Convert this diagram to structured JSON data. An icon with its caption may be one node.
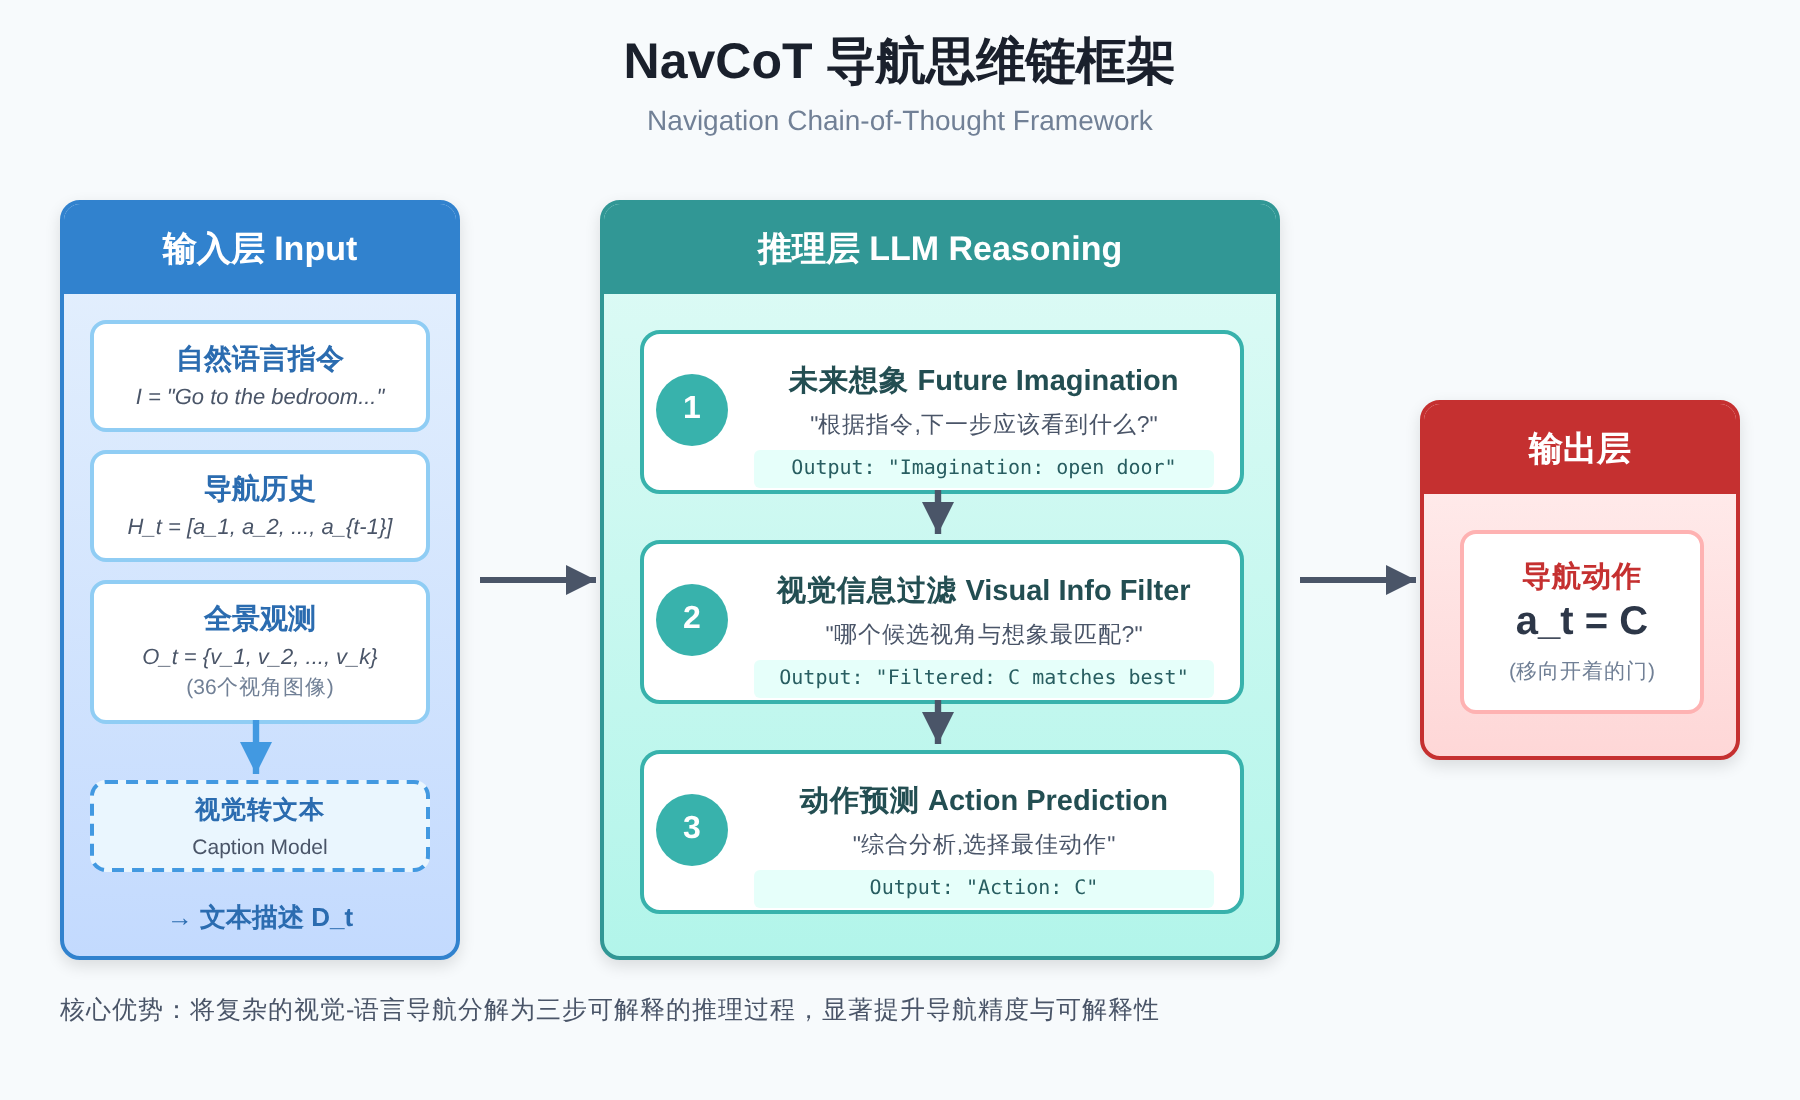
{
  "diagram": {
    "title": "NavCoT 导航思维链框架",
    "caption": "核心优势：将复杂的视觉-语言导航分解为三步可解释的推理过程，显著提升导航精度与可解释性",
    "labels": [
      "Navigation Chain-of-Thought Framework"
    ],
    "nodes": [
      {
        "text": [
          "输入层 Input",
          "→ 文本描述 D_t"
        ]
      },
      {
        "text": [
          "自然语言指令",
          "I = \"Go to the bedroom...\""
        ],
        "in": 0
      },
      {
        "text": [
          "导航历史",
          "H_t = [a_1, a_2, ..., a_{t-1}]"
        ],
        "in": 0
      },
      {
        "text": [
          "全景观测",
          "O_t = {v_1, v_2, ..., v_k}",
          "(36个视角图像)"
        ],
        "in": 0
      },
      {
        "text": [
          "视觉转文本",
          "Caption Model"
        ],
        "in": 0
      },
      {
        "text": [
          "推理层 LLM Reasoning"
        ]
      },
      {
        "text": [
          "1",
          "未来想象 Future Imagination",
          "\"根据指令,下一步应该看到什么?\"",
          "Output: \"Imagination: open door\""
        ],
        "in": 5
      },
      {
        "text": [
          "2",
          "视觉信息过滤 Visual Info Filter",
          "\"哪个候选视角与想象最匹配?\"",
          "Output: \"Filtered: C matches best\""
        ],
        "in": 5
      },
      {
        "text": [
          "3",
          "动作预测 Action Prediction",
          "\"综合分析,选择最佳动作\"",
          "Output: \"Action: C\""
        ],
        "in": 5
      },
      {
        "text": [
          "输出层"
        ]
      },
      {
        "text": [
          "导航动作",
          "a_t = C",
          "(移向开着的门)"
        ],
        "in": 9
      }
    ],
    "edges": [
      {
        "from": 3,
        "to": 4,
        "arrow": "to",
        "color": "#4299e1"
      },
      {
        "from": 0,
        "to": 5,
        "arrow": "to"
      },
      {
        "from": 6,
        "to": 7,
        "arrow": "to"
      },
      {
        "from": 7,
        "to": 8,
        "arrow": "to"
      },
      {
        "from": 5,
        "to": 9,
        "arrow": "to"
      }
    ]
  }
}
